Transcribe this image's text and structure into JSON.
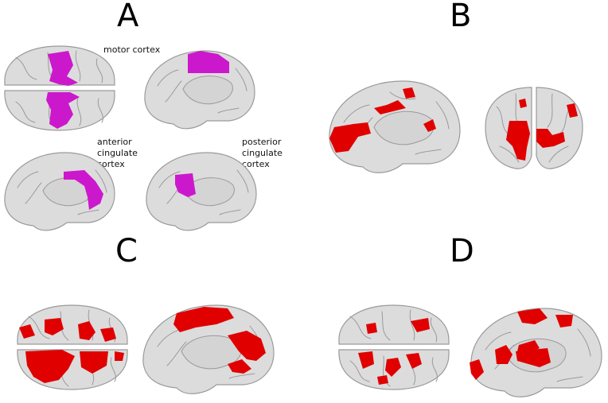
{
  "panels": [
    {
      "letter": "A",
      "highlight_color": "#cc18cc"
    },
    {
      "letter": "B",
      "highlight_color": "#e00000"
    },
    {
      "letter": "C",
      "highlight_color": "#e00000"
    },
    {
      "letter": "D",
      "highlight_color": "#e00000"
    }
  ],
  "labels": {
    "motor": "motor cortex",
    "anterior": "anterior\ncingulate\ncortex",
    "posterior": "posterior\ncingulate\ncortex"
  },
  "colors": {
    "brain_fill": "#dcdcdc",
    "brain_stroke": "#9a9a9a",
    "callosum_fill": "#d4d4d4",
    "background": "#ffffff"
  }
}
